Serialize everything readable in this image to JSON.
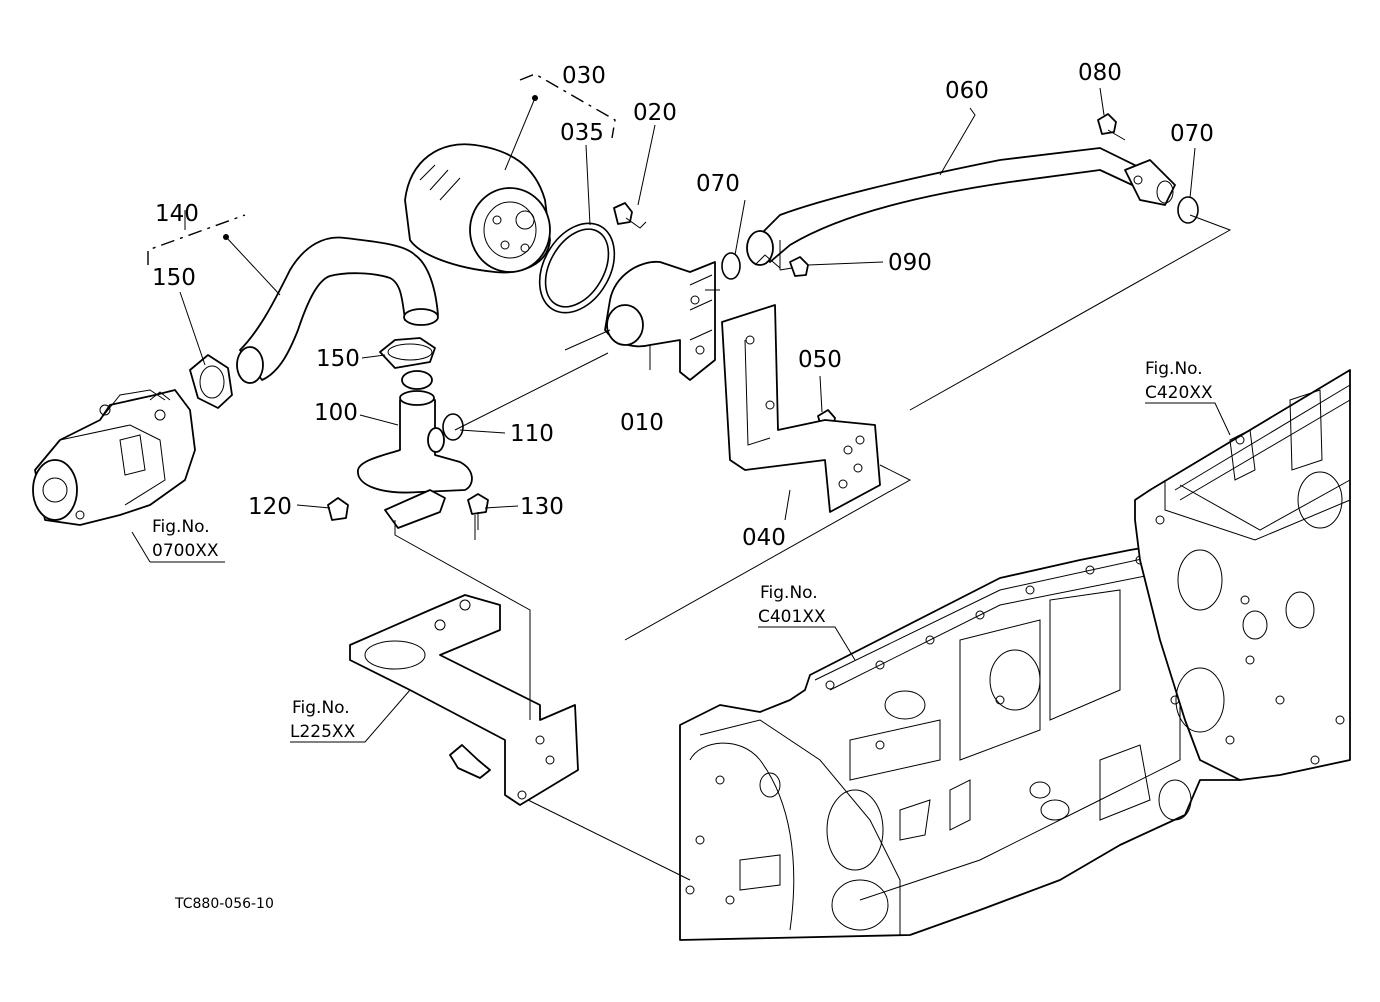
{
  "parts": {
    "p010": "010",
    "p020": "020",
    "p030": "030",
    "p035": "035",
    "p040": "040",
    "p050": "050",
    "p060": "060",
    "p070a": "070",
    "p070b": "070",
    "p080": "080",
    "p090": "090",
    "p100": "100",
    "p110": "110",
    "p120": "120",
    "p130": "130",
    "p140": "140",
    "p150a": "150",
    "p150b": "150"
  },
  "figrefs": {
    "fig_pump": {
      "title": "Fig.No.",
      "code": "0700XX"
    },
    "fig_c420": {
      "title": "Fig.No.",
      "code": "C420XX"
    },
    "fig_c401": {
      "title": "Fig.No.",
      "code": "C401XX"
    },
    "fig_l225": {
      "title": "Fig.No.",
      "code": "L225XX"
    }
  },
  "drawing_code": "TC880-056-10"
}
